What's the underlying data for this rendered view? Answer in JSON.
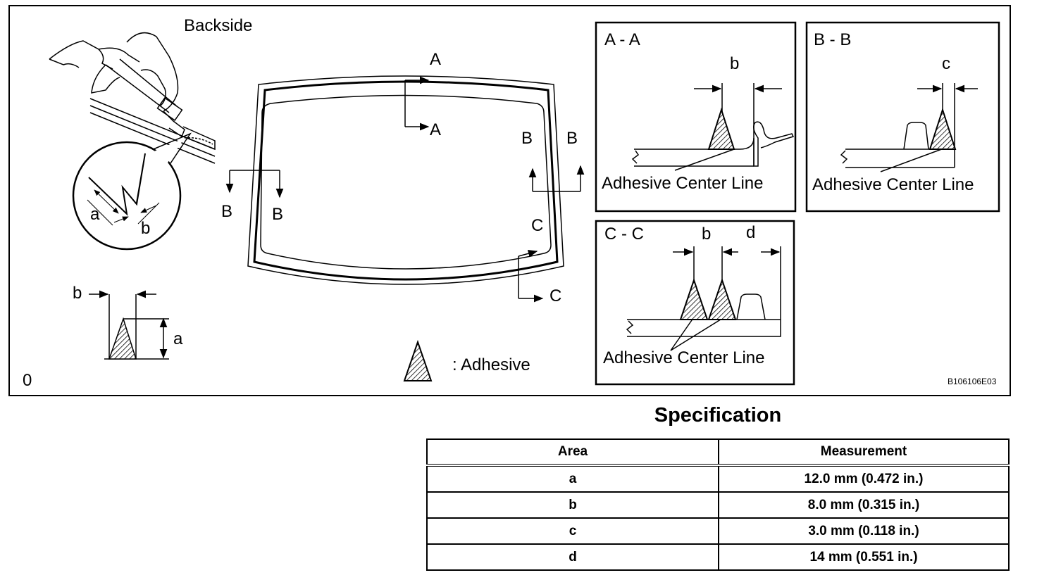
{
  "diagram": {
    "backside_label": "Backside",
    "corner_mark": "0",
    "figure_code": "B106106E03",
    "legend_text": ": Adhesive",
    "windshield_section_marks": {
      "a_top": "A",
      "a_bottom": "A",
      "b_left_1": "B",
      "b_left_2": "B",
      "b_right_1": "B",
      "b_right_2": "B",
      "c_top": "C",
      "c_bottom": "C"
    },
    "bead_callout": {
      "a": "a",
      "b": "b"
    },
    "bead_dimension": {
      "a": "a",
      "b": "b"
    },
    "section_aa": {
      "title": "A - A",
      "dim_label": "b",
      "center_line_label": "Adhesive Center Line"
    },
    "section_bb": {
      "title": "B - B",
      "dim_label": "c",
      "center_line_label": "Adhesive Center Line"
    },
    "section_cc": {
      "title": "C - C",
      "dim_label_1": "b",
      "dim_label_2": "d",
      "center_line_label": "Adhesive Center Line"
    }
  },
  "specification": {
    "title": "Specification",
    "headers": {
      "area": "Area",
      "measurement": "Measurement"
    },
    "rows": [
      {
        "area": "a",
        "measurement": "12.0 mm (0.472 in.)"
      },
      {
        "area": "b",
        "measurement": "8.0 mm (0.315 in.)"
      },
      {
        "area": "c",
        "measurement": "3.0 mm (0.118 in.)"
      },
      {
        "area": "d",
        "measurement": "14 mm (0.551 in.)"
      }
    ]
  }
}
